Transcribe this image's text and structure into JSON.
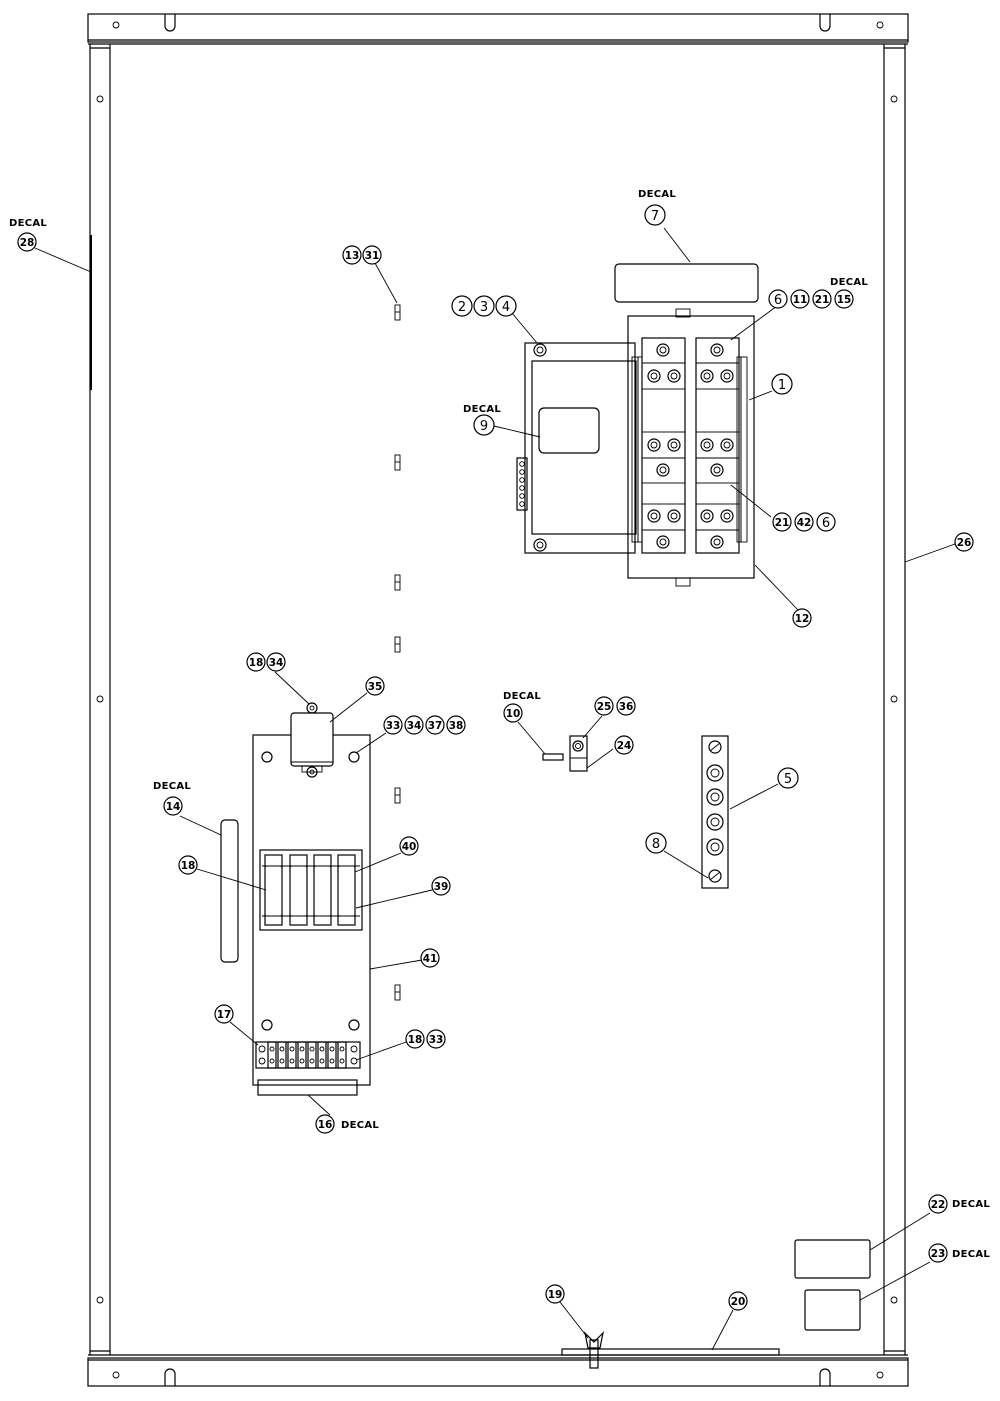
{
  "decal_label": "DECAL",
  "balloons": [
    {
      "id": "b28",
      "num": "28"
    },
    {
      "id": "b13",
      "num": "13"
    },
    {
      "id": "b31",
      "num": "31"
    },
    {
      "id": "b7",
      "num": "7"
    },
    {
      "id": "b2",
      "num": "2"
    },
    {
      "id": "b3",
      "num": "3"
    },
    {
      "id": "b4",
      "num": "4"
    },
    {
      "id": "b6a",
      "num": "6"
    },
    {
      "id": "b11",
      "num": "11"
    },
    {
      "id": "b21a",
      "num": "21"
    },
    {
      "id": "b15",
      "num": "15"
    },
    {
      "id": "b1",
      "num": "1"
    },
    {
      "id": "b9",
      "num": "9"
    },
    {
      "id": "b21b",
      "num": "21"
    },
    {
      "id": "b42",
      "num": "42"
    },
    {
      "id": "b6b",
      "num": "6"
    },
    {
      "id": "b26",
      "num": "26"
    },
    {
      "id": "b12",
      "num": "12"
    },
    {
      "id": "b18a",
      "num": "18"
    },
    {
      "id": "b34a",
      "num": "34"
    },
    {
      "id": "b35",
      "num": "35"
    },
    {
      "id": "b10",
      "num": "10"
    },
    {
      "id": "b25",
      "num": "25"
    },
    {
      "id": "b36",
      "num": "36"
    },
    {
      "id": "b33a",
      "num": "33"
    },
    {
      "id": "b34b",
      "num": "34"
    },
    {
      "id": "b37",
      "num": "37"
    },
    {
      "id": "b38",
      "num": "38"
    },
    {
      "id": "b24",
      "num": "24"
    },
    {
      "id": "b5",
      "num": "5"
    },
    {
      "id": "b14",
      "num": "14"
    },
    {
      "id": "b40",
      "num": "40"
    },
    {
      "id": "b8",
      "num": "8"
    },
    {
      "id": "b18b",
      "num": "18"
    },
    {
      "id": "b39",
      "num": "39"
    },
    {
      "id": "b41",
      "num": "41"
    },
    {
      "id": "b17",
      "num": "17"
    },
    {
      "id": "b18c",
      "num": "18"
    },
    {
      "id": "b33b",
      "num": "33"
    },
    {
      "id": "b16",
      "num": "16"
    },
    {
      "id": "b22",
      "num": "22"
    },
    {
      "id": "b23",
      "num": "23"
    },
    {
      "id": "b19",
      "num": "19"
    },
    {
      "id": "b20",
      "num": "20"
    }
  ]
}
